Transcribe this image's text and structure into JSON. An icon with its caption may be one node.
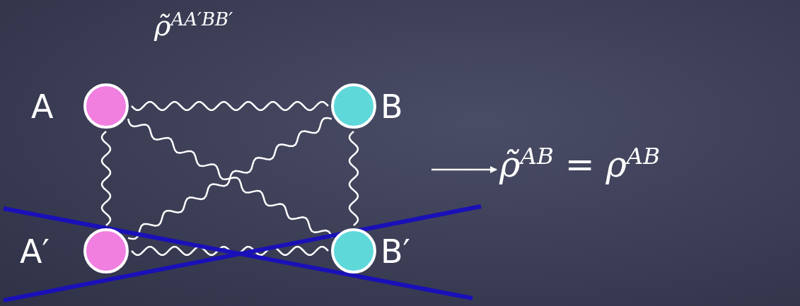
{
  "diagram": {
    "nodes": [
      {
        "text": [],
        "shape": "circle",
        "beside": [
          "A"
        ]
      },
      {
        "text": [],
        "shape": "circle",
        "beside": [
          "B"
        ]
      },
      {
        "text": [],
        "shape": "circle",
        "beside": [
          "A′"
        ]
      },
      {
        "text": [],
        "shape": "circle",
        "beside": [
          "B′"
        ]
      },
      {
        "text": [
          "ρ̃$^{AB}$ = ρ$^{AB}$"
        ]
      }
    ],
    "edges": [
      {
        "from": 0,
        "to": 1,
        "arrow": "none"
      },
      {
        "from": 0,
        "to": 2,
        "arrow": "none"
      },
      {
        "from": 0,
        "to": 3,
        "arrow": "none"
      },
      {
        "from": 1,
        "to": 2,
        "arrow": "none"
      },
      {
        "from": 1,
        "to": 3,
        "arrow": "none"
      },
      {
        "from": 2,
        "to": 3,
        "arrow": "none"
      },
      {
        "from": null,
        "to": 4,
        "arrow": "to"
      }
    ],
    "labels": [
      "ρ̃$^{AA′BB′}$"
    ]
  }
}
